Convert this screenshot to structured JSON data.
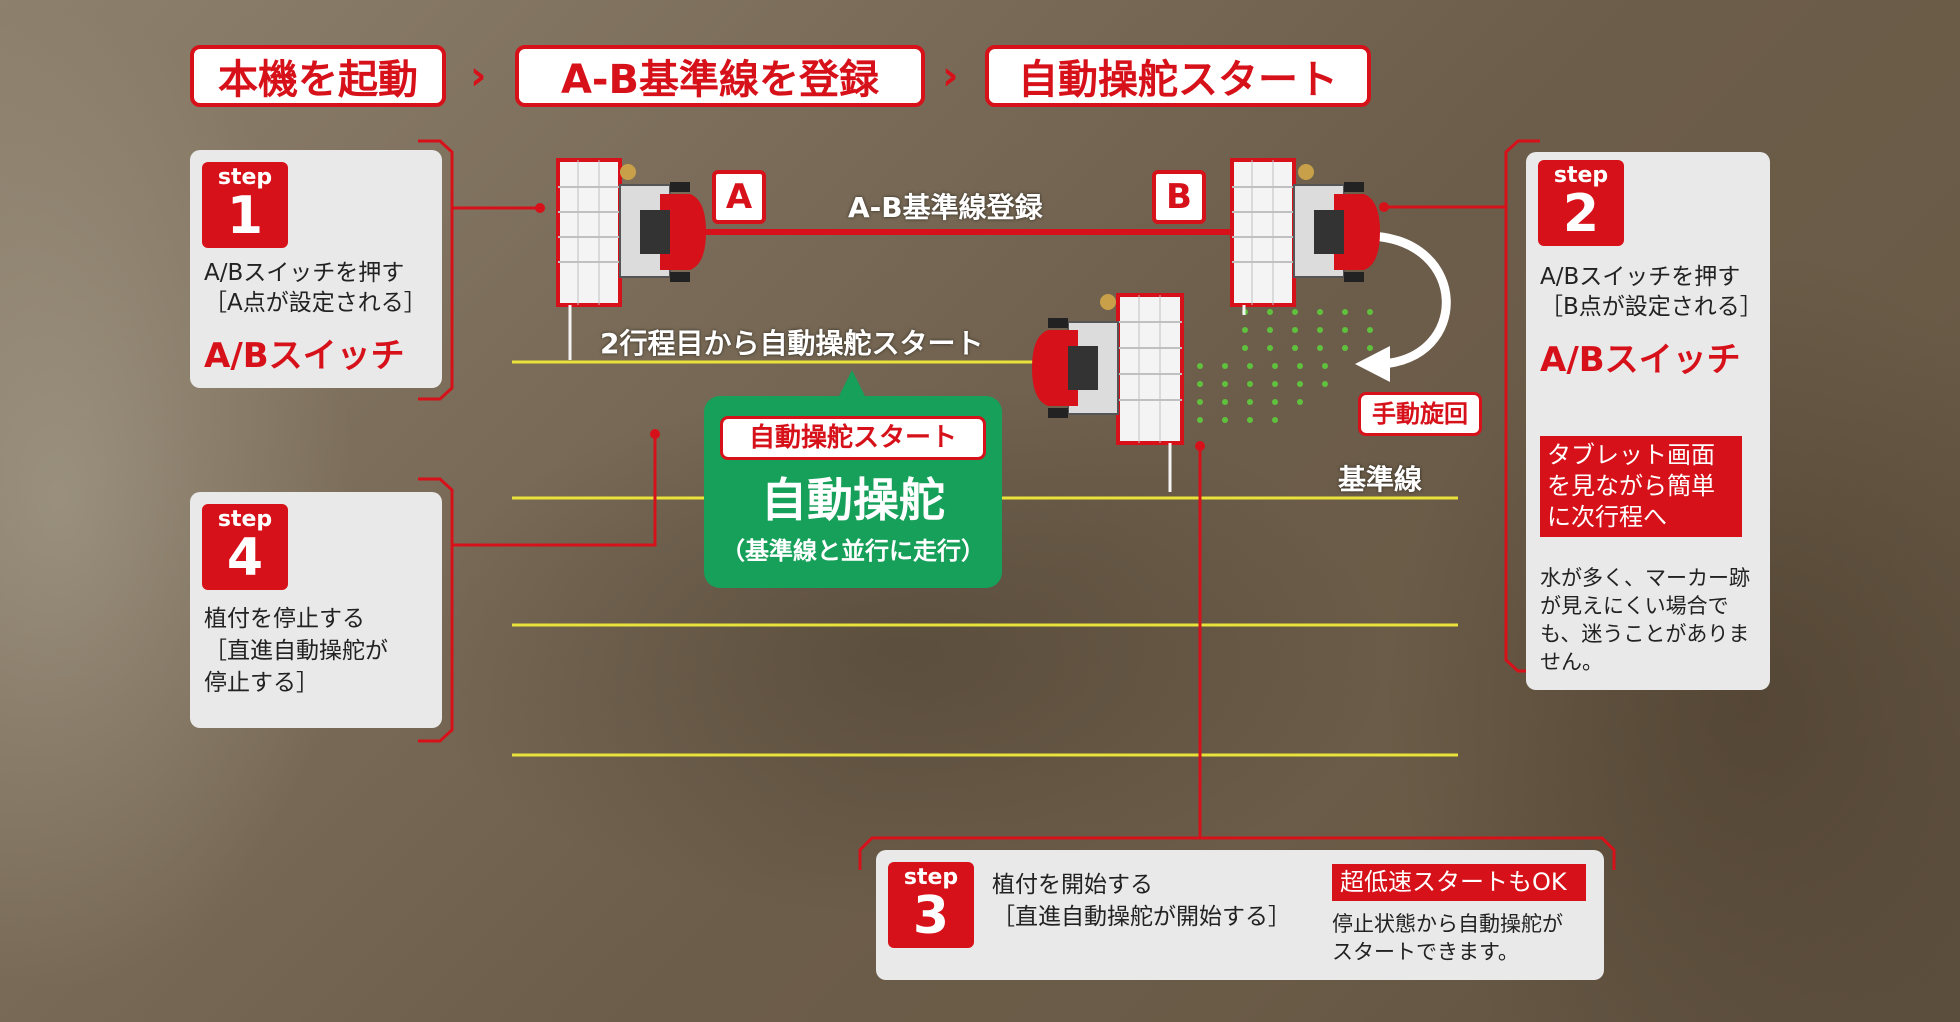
{
  "flow": [
    "本機を起動",
    "A-B基準線を登録",
    "自動操舵スタート"
  ],
  "chevron": "›",
  "step_word": "step",
  "steps": {
    "s1": {
      "num": "1",
      "line1": "A/Bスイッチを押す",
      "line2": "［A点が設定される］",
      "emphasis": "A/Bスイッチ"
    },
    "s2": {
      "num": "2",
      "line1": "A/Bスイッチを押す",
      "line2": "［B点が設定される］",
      "emphasis": "A/Bスイッチ",
      "boxed": [
        "タブレット画面",
        "を見ながら簡単",
        "に次行程へ"
      ],
      "note": [
        "水が多く、マーカー跡",
        "が見えにくい場合で",
        "も、迷うことがありま",
        "せん。"
      ]
    },
    "s3": {
      "num": "3",
      "line1": "植付を開始する",
      "line2": "［直進自動操舵が開始する］",
      "boxed": "超低速スタートもOK",
      "note": [
        "停止状態から自動操舵が",
        "スタートできます。"
      ]
    },
    "s4": {
      "num": "4",
      "line1": "植付を停止する",
      "line2": "［直進自動操舵が",
      "line3": "停止する］"
    }
  },
  "field": {
    "point_a": "A",
    "point_b": "B",
    "ab_label": "A-B基準線登録",
    "second_pass": "2行程目から自動操舵スタート",
    "manual_turn": "手動旋回",
    "base_line": "基準線",
    "auto_tag": "自動操舵スタート",
    "auto_title": "自動操舵",
    "auto_sub": "（基準線と並行に走行）"
  },
  "colors": {
    "red": "#d7111a",
    "green": "#16a05a",
    "yellow": "#e8e23a",
    "panel": "#e9e9e9"
  }
}
